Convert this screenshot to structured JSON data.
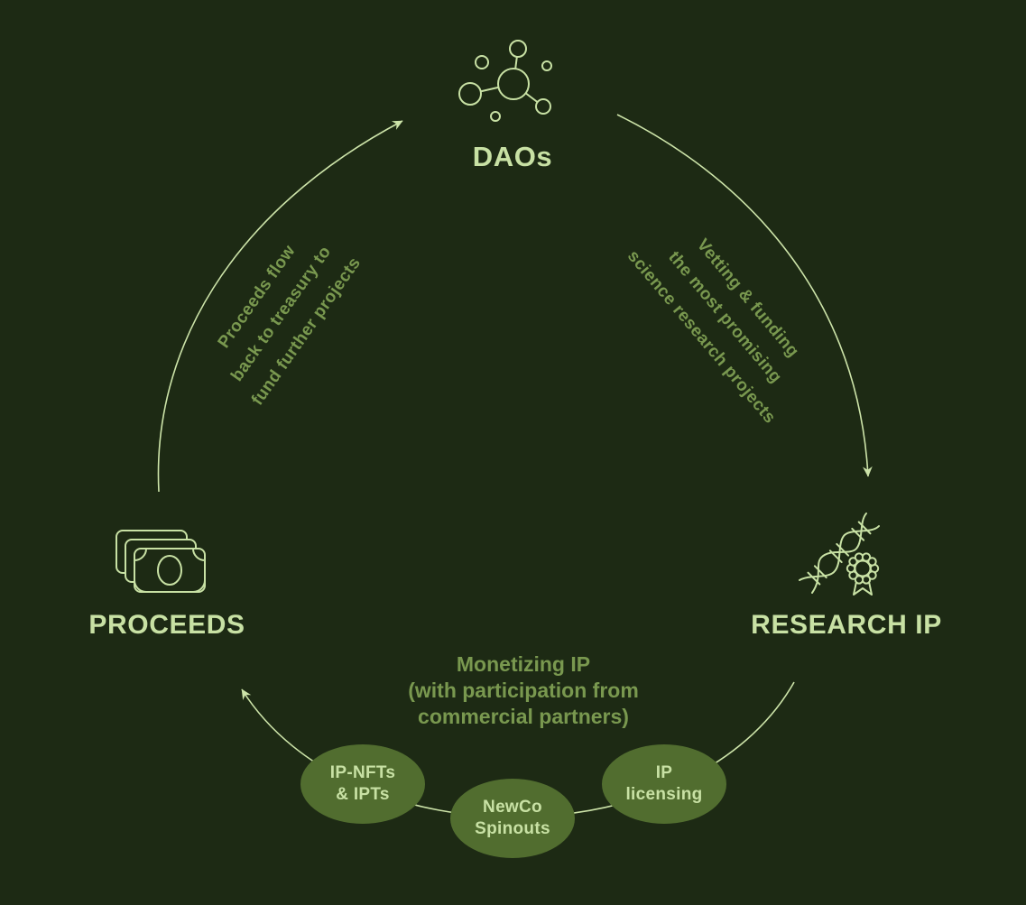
{
  "title": "DAO research funding cycle diagram",
  "colors": {
    "background": "#1d2a14",
    "line": "#cde4a9",
    "node_label": "#c8e1a4",
    "muted_text": "#79984f",
    "badge_fill": "#516d2f",
    "badge_text": "#c8e1a4"
  },
  "icons": {
    "daos": "network-molecule-icon",
    "proceeds": "banknotes-icon",
    "research_ip": "dna-seal-icon"
  },
  "nodes": {
    "daos": {
      "label": "DAOs"
    },
    "research_ip": {
      "label": "RESEARCH IP"
    },
    "proceeds": {
      "label": "PROCEEDS"
    }
  },
  "flows": {
    "vetting": {
      "from": "DAOs",
      "to": "RESEARCH IP",
      "lines": [
        "Vetting & funding",
        "the most promising",
        "science research projects"
      ]
    },
    "proceeds_flow": {
      "from": "PROCEEDS",
      "to": "DAOs",
      "lines": [
        "Proceeds flow",
        "back to treasury to",
        "fund further projects"
      ]
    },
    "monetizing": {
      "from": "RESEARCH IP",
      "to": "PROCEEDS",
      "lines": [
        "Monetizing IP",
        "(with participation from",
        "commercial partners)"
      ]
    }
  },
  "badges": [
    {
      "lines": [
        "IP-NFTs",
        "& IPTs"
      ]
    },
    {
      "lines": [
        "NewCo",
        "Spinouts"
      ]
    },
    {
      "lines": [
        "IP",
        "licensing"
      ]
    }
  ]
}
